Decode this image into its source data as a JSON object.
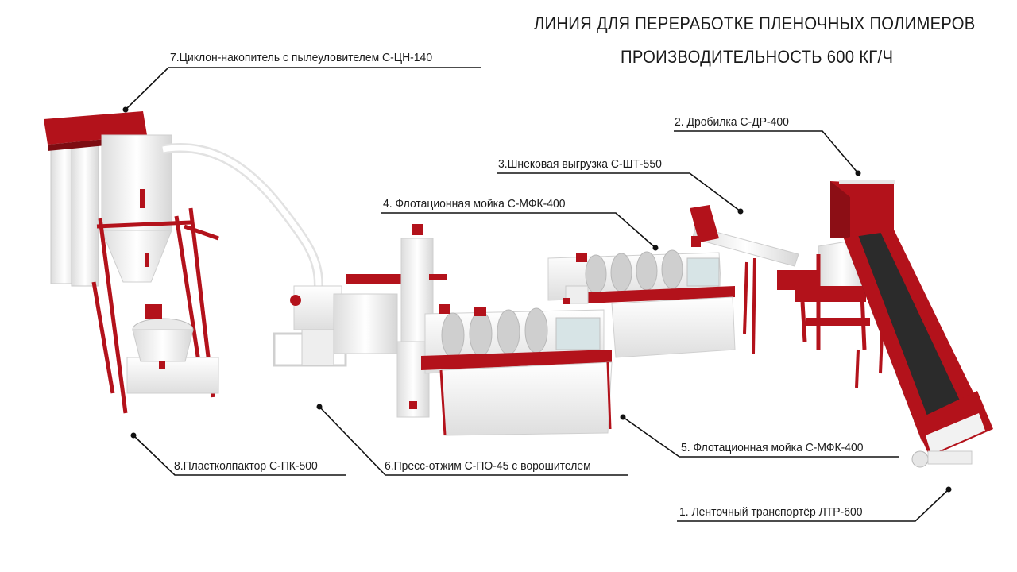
{
  "title": {
    "line1": "ЛИНИЯ ДЛЯ ПЕРЕРАБОТКЕ ПЛЕНОЧНЫХ ПОЛИМЕРОВ",
    "line2": "ПРОИЗВОДИТЕЛЬНОСТЬ 600 КГ/Ч"
  },
  "labels": {
    "l1": "1. Ленточный транспортёр ЛТР-600",
    "l2": "2. Дробилка С-ДР-400",
    "l3": "3.Шнековая выгрузка С-ШТ-550",
    "l4": "4. Флотационная мойка С-МФК-400",
    "l5": "5. Флотационная мойка С-МФК-400",
    "l6": "6.Пресс-отжим С-ПО-45 с ворошителем",
    "l7": "7.Циклон-накопитель с пылеуловителем С-ЦН-140",
    "l8": "8.Пластколпактор С-ПК-500"
  },
  "colors": {
    "frame_red": "#b3121b",
    "body_white": "#f4f4f4",
    "belt_dark": "#2b2b2b",
    "leader_line": "#111111"
  }
}
